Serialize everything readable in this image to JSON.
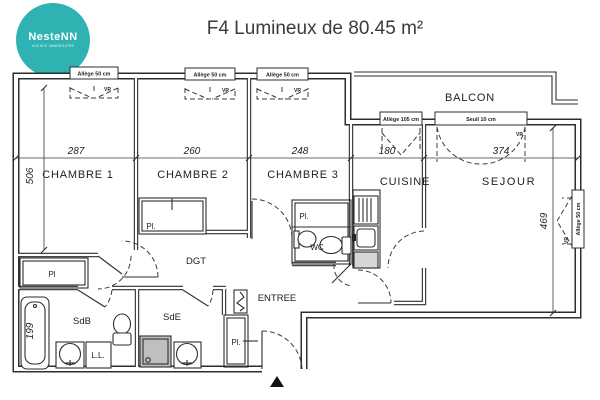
{
  "logo": {
    "brand": "NesteNN",
    "tagline": "AGENCE IMMOBILIÈRE",
    "color": "#2fb3b2"
  },
  "title": "F4 Lumineux de 80.45 m²",
  "rooms": {
    "chambre1": "CHAMBRE 1",
    "chambre2": "CHAMBRE 2",
    "chambre3": "CHAMBRE 3",
    "cuisine": "CUISINE",
    "sejour": "SEJOUR",
    "balcon": "BALCON",
    "sdb": "SdB",
    "sde": "SdE",
    "wc": "WC",
    "entree": "ENTREE",
    "dgt": "DGT"
  },
  "fixtures": {
    "placard": "Pl.",
    "placard_short": "Pl",
    "lave_linge": "L.L."
  },
  "dimensions_cm": {
    "chambre1_w": "287",
    "chambre2_w": "260",
    "chambre3_w": "248",
    "cuisine_w": "180",
    "sejour_w": "374",
    "chambre1_h": "506",
    "sejour_h": "469",
    "sdb_h": "199"
  },
  "annotations": {
    "allege50": "Allège 50 cm",
    "allege105": "Allège 105 cm",
    "seuil10": "Seuil 10 cm",
    "vr": "VR"
  }
}
